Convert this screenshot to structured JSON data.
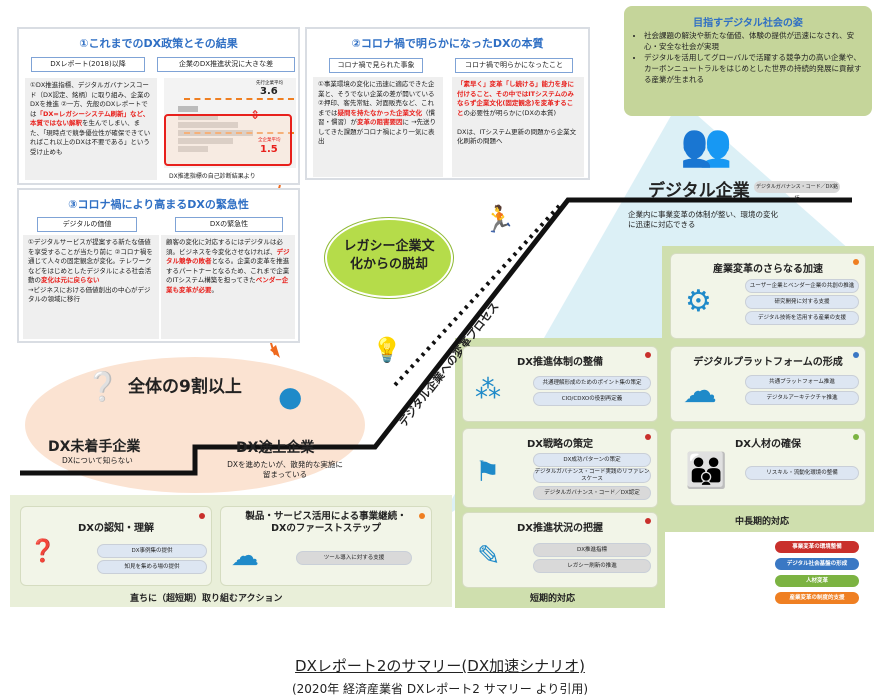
{
  "panel1": {
    "title": "①これまでのDX政策とその結果",
    "sub_left": "DXレポート(2018)以降",
    "sub_right": "企業のDX推進状況に大きな差",
    "text_parts": [
      "①DX推進指標、デジタルガバナンスコード（DX認定、銘柄）に取り組み、企業のDXを推進 ②一方、先般のDXレポートでは",
      "「DX=レガシーシステム刷新」など、本質ではない解釈",
      "を生んでしまい、また、「現時点で競争優位性が確保できていればこれ以上のDXは不要である」という受け止めも"
    ],
    "chart_caption": "DX推進指標の自己診断結果より",
    "top_label": "先行企業平均",
    "top_value": "3.6",
    "avg_label": "全企業平均",
    "avg_value": "1.5"
  },
  "panel2": {
    "title": "②コロナ禍で明らかになったDXの本質",
    "sub_left": "コロナ禍で見られた事象",
    "sub_right": "コロナ禍で明らかになったこと",
    "left_parts": [
      "①事業環境の変化に迅速に適応できた企業と、そうでない企業の差が開いている ②押印、客先常駐、対面販売など、これまでは",
      "疑問を持たなかった企業文化",
      "（慣習・慣習）が",
      "変革の阻害要因",
      "に →先送りしてきた課題がコロナ禍により一気に表出"
    ],
    "right_parts": [
      "「素早く」変革「し続ける」能力を身に付けること、その中ではITシステムのみならず企業文化(固定観念)を変革すること",
      "の必要性が明らかに(DXの本質)",
      "DXは、ITシステム更新の問題から企業文化刷新の問題へ"
    ]
  },
  "panel3": {
    "title": "③コロナ禍により高まるDXの緊急性",
    "sub_left": "デジタルの価値",
    "sub_right": "DXの緊急性",
    "left_parts": [
      "①デジタルサービスが提案する新たな価値を享受することが当たり前に ②コロナ禍を通じて人々の固定観念が変化。テレワークなどをはじめとしたデジタルによる社会活動の",
      "変化は元に戻らない",
      "→ビジネスにおける価値創出の中心がデジタルの領域に移行"
    ],
    "right_parts": [
      "顧客の変化に対応するにはデジタルは必須。ビジネスを今変化させなければ、",
      "デジタル競争の敗者",
      "となる。企業の変革を推進するパートナーとなるため、これまで企業のITシステム構築を担ってきた",
      "ベンダー企業も変革が必要",
      "。"
    ]
  },
  "goal": {
    "title": "目指すデジタル社会の姿",
    "bullets": [
      "社会課題の解決や新たな価値、体験の提供が迅速になされ、安心・安全な社会が実現",
      "デジタルを活用してグローバルで活躍する競争力の高い企業や、カーボンニュートラルをはじめとした世界の持続的発展に貢献する産業が生まれる"
    ]
  },
  "digital_company": {
    "label": "デジタル企業",
    "tag": "デジタルガバナンス・コード／DX銘柄",
    "desc": "企業内に事業変革の体制が整い、環境の変化に迅速に対応できる"
  },
  "cloud_label": "レガシー企業文化からの脱却",
  "process_label": "デジタル企業への変革プロセス",
  "majority": "全体の9割以上",
  "stage1": {
    "label": "DX未着手企業",
    "desc": "DXについて知らない"
  },
  "stage2": {
    "label": "DX途上企業",
    "desc": "DXを進めたいが、散発的な実施に留まっている"
  },
  "immediate": {
    "caption": "直ちに（超短期）取り組むアクション",
    "cards": [
      {
        "title": "DXの認知・理解",
        "items": [
          "DX事例集の提供",
          "知見を集める場の提供"
        ]
      },
      {
        "title": "製品・サービス活用による事業継続・DXのファーストステップ",
        "items": [
          "ツール導入に対する支援"
        ]
      }
    ]
  },
  "short_term": {
    "caption": "短期的対応",
    "cards": [
      {
        "title": "DX推進体制の整備",
        "items": [
          "共通理解形成のためのポイント集の策定",
          "CIO/CDXOの役割再定義"
        ]
      },
      {
        "title": "DX戦略の策定",
        "items": [
          "DX成功パターンの策定",
          "デジタルガバナンス・コード実践のリファレンスケース",
          "デジタルガバナンス・コード／DX認定"
        ]
      },
      {
        "title": "DX推進状況の把握",
        "items": [
          "DX推進指標",
          "レガシー刷新の推進"
        ]
      }
    ]
  },
  "mid_long": {
    "caption": "中長期的対応",
    "cards": [
      {
        "title": "産業変革のさらなる加速",
        "items": [
          "ユーザー企業とベンダー企業の共創の推進",
          "研究開発に対する支援",
          "デジタル技術を活用する産業の支援"
        ]
      },
      {
        "title": "デジタルプラットフォームの形成",
        "items": [
          "共通プラットフォーム推進",
          "デジタルアーキテクチャ推進"
        ]
      },
      {
        "title": "DX人材の確保",
        "items": [
          "リスキル・流動化環境の整備"
        ]
      }
    ]
  },
  "legend": [
    {
      "label": "事業変革の環境整備",
      "color": "#c9302c"
    },
    {
      "label": "デジタル社会基盤の形成",
      "color": "#3a78c4"
    },
    {
      "label": "人材変革",
      "color": "#7cb342"
    },
    {
      "label": "産業変革の制度的支援",
      "color": "#ef7f22"
    }
  ],
  "caption_title": "DXレポート2のサマリー(DX加速シナリオ)",
  "caption_source": "(2020年 経済産業省 DXレポート2 サマリー より引用)"
}
